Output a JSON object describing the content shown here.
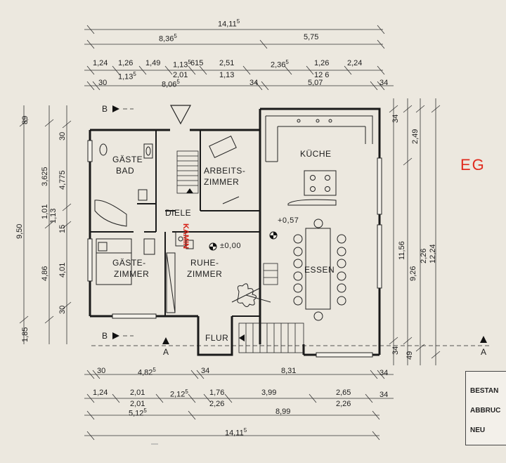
{
  "floor_label": "EG",
  "rooms": {
    "gaestebad_l1": "GÄSTE",
    "gaestebad_l2": "BAD",
    "arbeitszimmer_l1": "ARBEITS-",
    "arbeitszimmer_l2": "ZIMMER",
    "kueche": "KÜCHE",
    "diele": "DIELE",
    "gaestezimmer_l1": "GÄSTE-",
    "gaestezimmer_l2": "ZIMMER",
    "ruhezimmer_l1": "RUHE-",
    "ruhezimmer_l2": "ZIMMER",
    "essen": "ESSEN",
    "flur": "FLUR"
  },
  "annotations": {
    "kamin": "KAMIN",
    "level_main": "±0,00",
    "level_kitchen": "+0,57",
    "section_b": "B",
    "section_a": "A"
  },
  "dimensions_top": {
    "total": "14,11",
    "total_sup": "5",
    "row2_left": "8,36",
    "row2_left_sup": "5",
    "row2_right": "5,75",
    "row3": [
      "1,24",
      "1,26",
      "1,49",
      "1,13",
      "615",
      "2,51",
      "2,36",
      "1,26",
      "2,24"
    ],
    "row3_sup": "5",
    "row3b": [
      "1,13",
      "2,01",
      "1,13",
      "12 6"
    ],
    "row4": [
      "30",
      "8,06",
      "34",
      "5,07",
      "34"
    ]
  },
  "dimensions_bottom": {
    "row1": [
      "30",
      "4,82",
      "34",
      "8,31",
      "34"
    ],
    "row2": [
      "1,24",
      "2,01",
      "2,12",
      "1,76",
      "3,99",
      "2,65",
      "34"
    ],
    "row2b": [
      "2,01",
      "2,26",
      "2,26"
    ],
    "row3": [
      "5,12",
      "8,99"
    ],
    "total": "14,11",
    "sup": "5"
  },
  "dimensions_left": {
    "outer": "9,50",
    "mid": [
      "3,625",
      "4,86"
    ],
    "inner": [
      "4,775",
      "4,01",
      "1,01",
      "1,13",
      "15"
    ],
    "small": [
      "89",
      "30",
      "30",
      "1,85"
    ]
  },
  "dimensions_right": {
    "values": [
      "2,49",
      "11,56",
      "9,26",
      "2,26",
      "12,24",
      "34",
      "34",
      "49"
    ]
  },
  "legend": {
    "items": [
      "BESTAN",
      "ABBRUC",
      "NEU"
    ]
  }
}
